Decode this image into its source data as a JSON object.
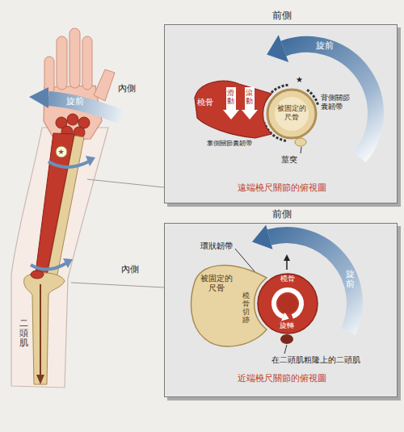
{
  "diagram": {
    "nodes": [
      {
        "text": [
          "前側",
          "遠端橈尺關節的俯視圖"
        ]
      },
      {
        "text": [
          "橈骨"
        ],
        "in": 0
      },
      {
        "text": [
          "被固定的尺骨"
        ],
        "in": 0
      },
      {
        "text": [
          "前側",
          "近端橈尺關節的俯視圖"
        ]
      },
      {
        "text": [
          "被固定的尺骨"
        ],
        "in": 3
      },
      {
        "text": [
          "橈骨"
        ],
        "in": 3
      }
    ],
    "labels": [
      "旋前",
      "內側",
      "★",
      "內側",
      "二頭肌",
      "旋前",
      "★",
      "背側關節囊韌帶",
      "滑動",
      "滾動",
      "掌側關節囊韌帶",
      "莖突",
      "環狀韌帶",
      "旋前",
      "旋轉",
      "橈骨切跡",
      "在二頭肌粗隆上的二頭肌"
    ]
  }
}
